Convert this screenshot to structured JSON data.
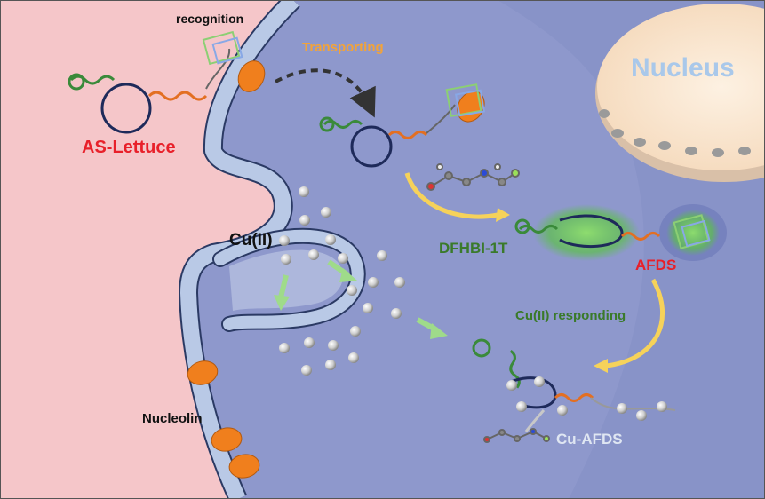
{
  "labels": {
    "recognition": "recognition",
    "transporting": "Transporting",
    "nucleus": "Nucleus",
    "as_lettuce": "AS-Lettuce",
    "cu_ii": "Cu(II)",
    "dfhbi": "DFHBI-1T",
    "afds": "AFDS",
    "cu_responding": "Cu(II) responding",
    "nucleolin": "Nucleolin",
    "cu_afds": "Cu-AFDS"
  },
  "colors": {
    "extracellular": "#f5c6c9",
    "cytoplasm": "#8e98cc",
    "membrane": "#b9c9e6",
    "membrane_edge": "#2b3a64",
    "nucleus": "#fbe7d3",
    "nucleolin": "#f07f1d",
    "red_label": "#e8202a",
    "orange_label": "#f2a33a",
    "green_label": "#3a7a2a",
    "white_label": "#dfe6f2",
    "nucleus_label": "#a9c8ea",
    "arrow_yellow": "#f6d25a",
    "arrow_green": "#9fdb8a",
    "arrow_dark": "#333333"
  }
}
